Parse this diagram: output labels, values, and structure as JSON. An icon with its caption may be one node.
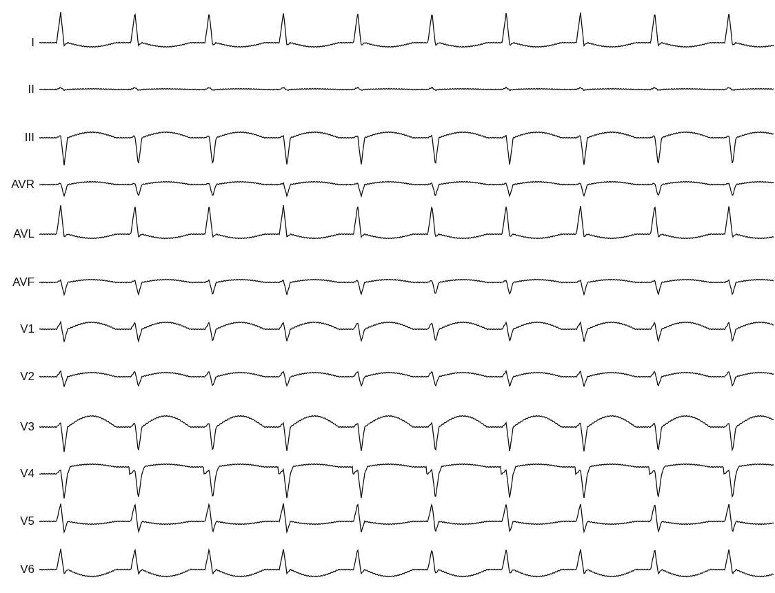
{
  "diagram": {
    "labels": [
      "I",
      "II",
      "III",
      "AVR",
      "AVL",
      "AVF",
      "V1",
      "V2",
      "V3",
      "V4",
      "V5",
      "V6"
    ]
  }
}
